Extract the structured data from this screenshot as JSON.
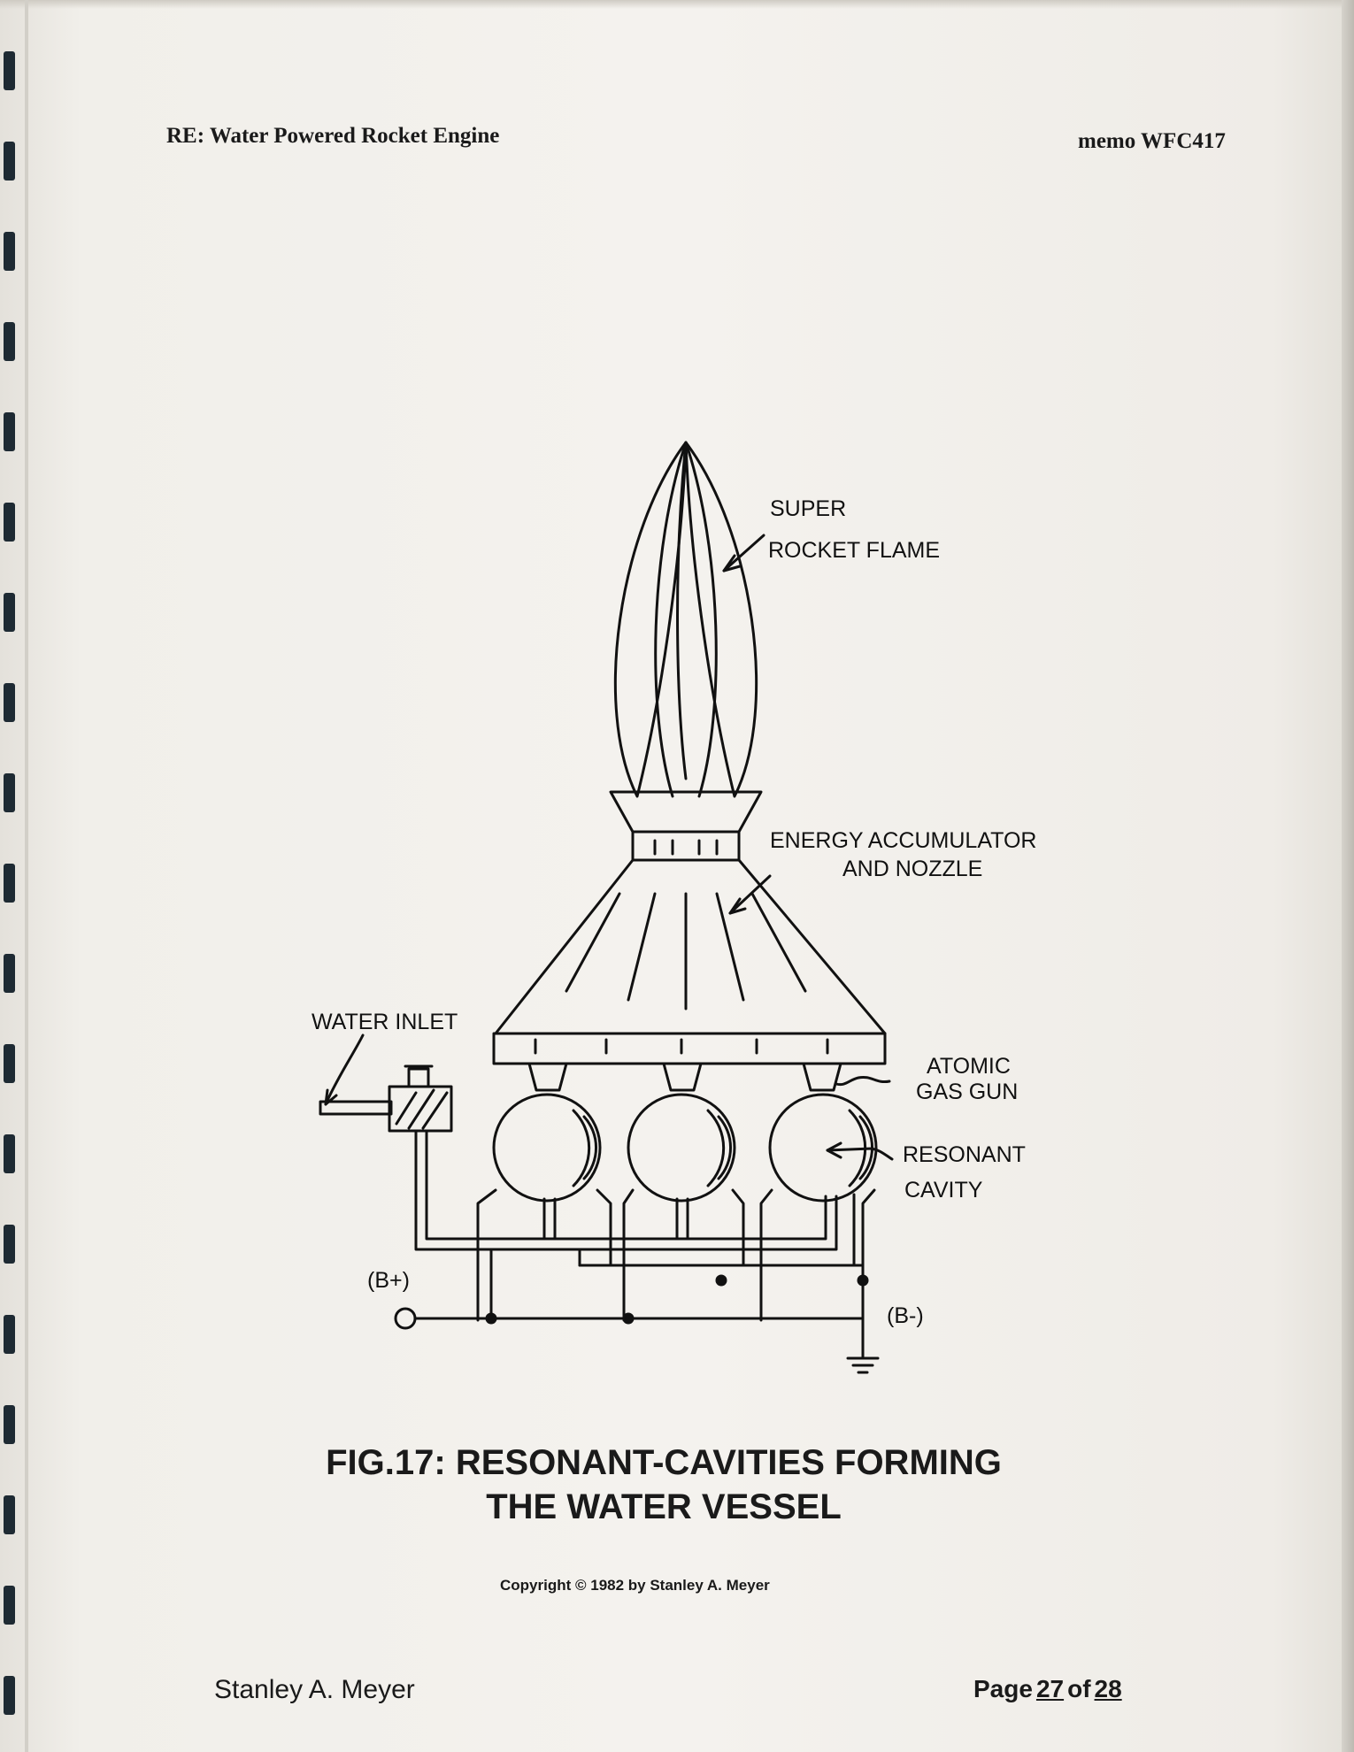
{
  "header": {
    "title": "RE: Water Powered Rocket Engine",
    "memo": "memo WFC417"
  },
  "diagram": {
    "labels": {
      "super": "SUPER",
      "rocket_flame": "ROCKET FLAME",
      "energy_accumulator": "ENERGY ACCUMULATOR",
      "and_nozzle": "AND NOZZLE",
      "water_inlet": "WATER INLET",
      "atomic": "ATOMIC",
      "gas_gun": "GAS GUN",
      "resonant": "RESONANT",
      "cavity": "CAVITY",
      "b_plus": "(B+)",
      "b_minus": "(B-)"
    }
  },
  "figure": {
    "title_line1": "FIG.17: RESONANT-CAVITIES FORMING",
    "title_line2": "THE WATER VESSEL",
    "copyright": "Copyright © 1982 by Stanley A. Meyer"
  },
  "footer": {
    "author": "Stanley A. Meyer",
    "page_prefix": "Page",
    "page_number": "27",
    "page_of": "of",
    "page_total": "28"
  }
}
